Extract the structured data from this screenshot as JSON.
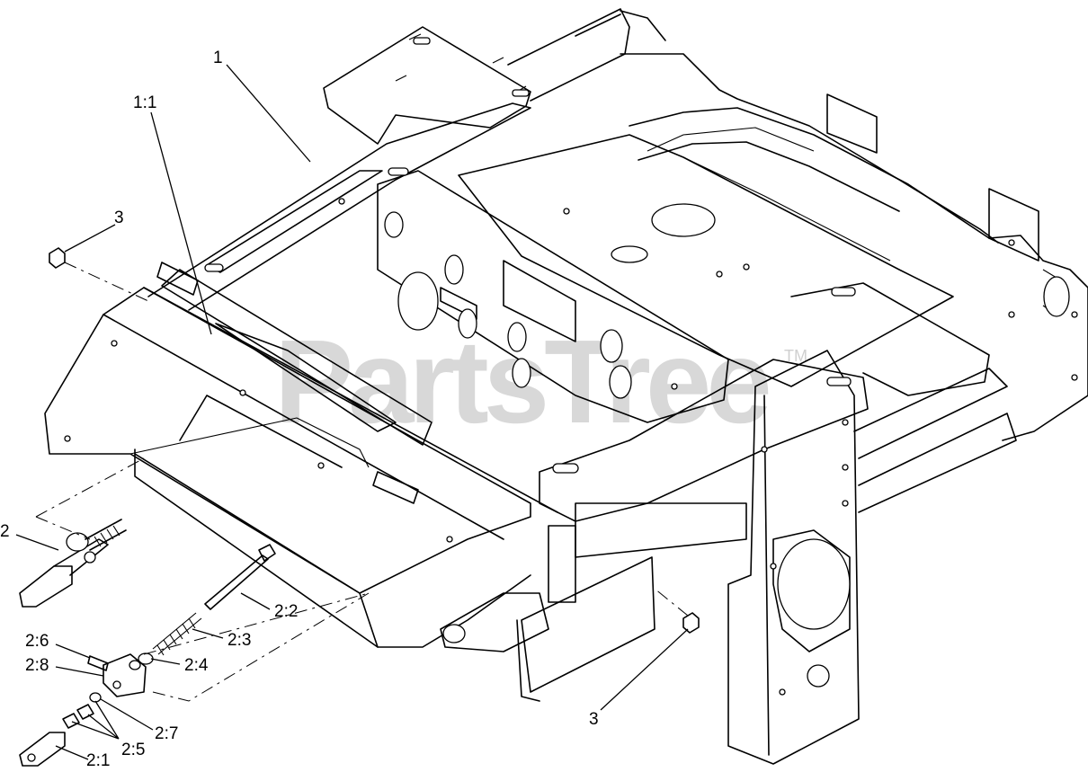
{
  "watermark": {
    "text": "PartsTree",
    "trademark": "TM"
  },
  "callouts": [
    {
      "id": "1",
      "label": "1"
    },
    {
      "id": "1-1",
      "label": "1:1"
    },
    {
      "id": "2",
      "label": "2"
    },
    {
      "id": "2-1",
      "label": "2:1"
    },
    {
      "id": "2-2",
      "label": "2:2"
    },
    {
      "id": "2-3",
      "label": "2:3"
    },
    {
      "id": "2-4",
      "label": "2:4"
    },
    {
      "id": "2-5",
      "label": "2:5"
    },
    {
      "id": "2-6",
      "label": "2:6"
    },
    {
      "id": "2-7",
      "label": "2:7"
    },
    {
      "id": "2-8",
      "label": "2:8"
    },
    {
      "id": "3-top",
      "label": "3"
    },
    {
      "id": "3-bottom",
      "label": "3"
    }
  ]
}
